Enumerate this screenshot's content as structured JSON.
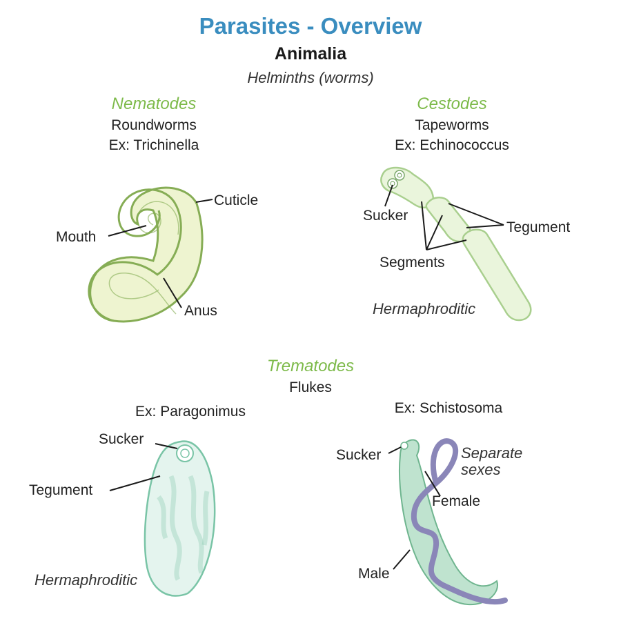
{
  "colors": {
    "title": "#3a8dbf",
    "group": "#7dba4a",
    "nematode_fill": "#eef4d0",
    "nematode_stroke": "#86ad55",
    "cestode_fill": "#eaf5dc",
    "cestode_stroke": "#a9cf8e",
    "fluke_fill": "#e4f4ee",
    "fluke_stroke": "#79c4a6",
    "schisto_male": "#bfe3cf",
    "schisto_female": "#8a86b8",
    "leader": "#1a1a1a"
  },
  "header": {
    "title": "Parasites - Overview",
    "subtitle": "Animalia",
    "tagline": "Helminths (worms)"
  },
  "nematodes": {
    "name": "Nematodes",
    "common": "Roundworms",
    "example": "Ex: Trichinella",
    "labels": {
      "cuticle": "Cuticle",
      "mouth": "Mouth",
      "anus": "Anus"
    }
  },
  "cestodes": {
    "name": "Cestodes",
    "common": "Tapeworms",
    "example": "Ex: Echinococcus",
    "labels": {
      "sucker": "Sucker",
      "tegument": "Tegument",
      "segments": "Segments",
      "note": "Hermaphroditic"
    }
  },
  "trematodes": {
    "name": "Trematodes",
    "common": "Flukes",
    "paragonimus": {
      "example": "Ex: Paragonimus",
      "labels": {
        "sucker": "Sucker",
        "tegument": "Tegument",
        "note": "Hermaphroditic"
      }
    },
    "schistosoma": {
      "example": "Ex: Schistosoma",
      "labels": {
        "sucker": "Sucker",
        "note_line1": "Separate",
        "note_line2": "sexes",
        "female": "Female",
        "male": "Male"
      }
    }
  }
}
